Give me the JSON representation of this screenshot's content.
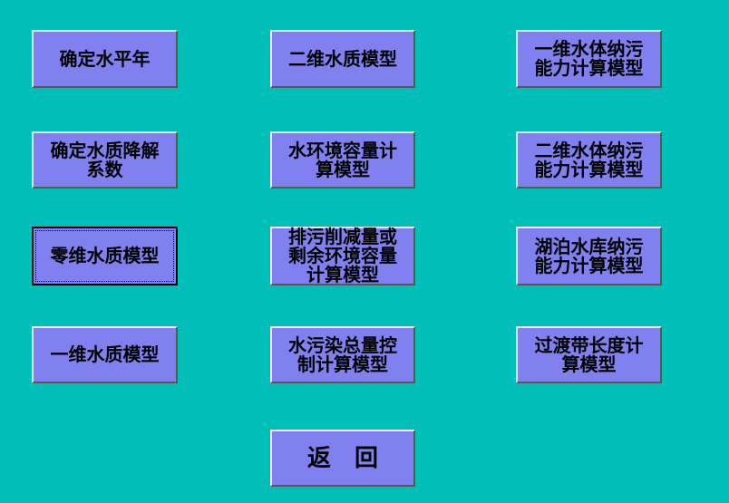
{
  "app": {
    "background_color": "#00BFB8",
    "button_color": "#8080F0",
    "text_color": "#000000"
  },
  "buttons": {
    "determine_level_year": {
      "label": "确定水平年",
      "focused": false
    },
    "determine_degradation_coefficient": {
      "label": "确定水质降解\n系数",
      "focused": false
    },
    "zero_dim_water_quality_model": {
      "label": "零维水质模型",
      "focused": true
    },
    "one_dim_water_quality_model": {
      "label": "一维水质模型",
      "focused": false
    },
    "two_dim_water_quality_model": {
      "label": "二维水质模型",
      "focused": false
    },
    "water_environment_capacity_model": {
      "label": "水环境容量计\n算模型",
      "focused": false
    },
    "discharge_reduction_residual_capacity_model": {
      "label": "排污削减量或\n剩余环境容量\n计算模型",
      "focused": false
    },
    "total_pollution_control_model": {
      "label": "水污染总量控\n制计算模型",
      "focused": false
    },
    "one_dim_assimilative_capacity_model": {
      "label": "一维水体纳污\n能力计算模型",
      "focused": false
    },
    "two_dim_assimilative_capacity_model": {
      "label": "二维水体纳污\n能力计算模型",
      "focused": false
    },
    "lake_reservoir_assimilative_capacity_model": {
      "label": "湖泊水库纳污\n能力计算模型",
      "focused": false
    },
    "transition_zone_length_model": {
      "label": "过渡带长度计\n算模型",
      "focused": false
    },
    "back": {
      "label": "返　回",
      "focused": false
    }
  }
}
